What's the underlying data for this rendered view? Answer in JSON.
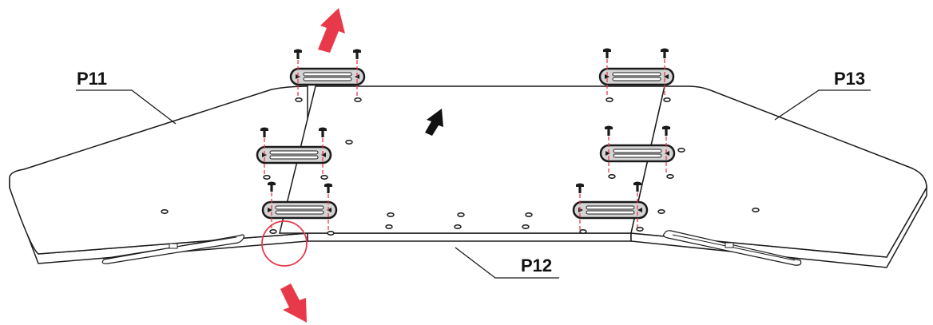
{
  "labels": {
    "left_panel": "P11",
    "center_panel": "P12",
    "right_panel": "P13"
  },
  "colors": {
    "outline": "#1a1a1a",
    "accent": "#e8394a",
    "plate_fill": "#d4d4d4",
    "background": "#ffffff"
  },
  "icons": {
    "move_arrow": "arrow-icon",
    "screw": "screw-icon",
    "bracket": "bracket-plate-icon",
    "highlight": "highlight-circle"
  }
}
